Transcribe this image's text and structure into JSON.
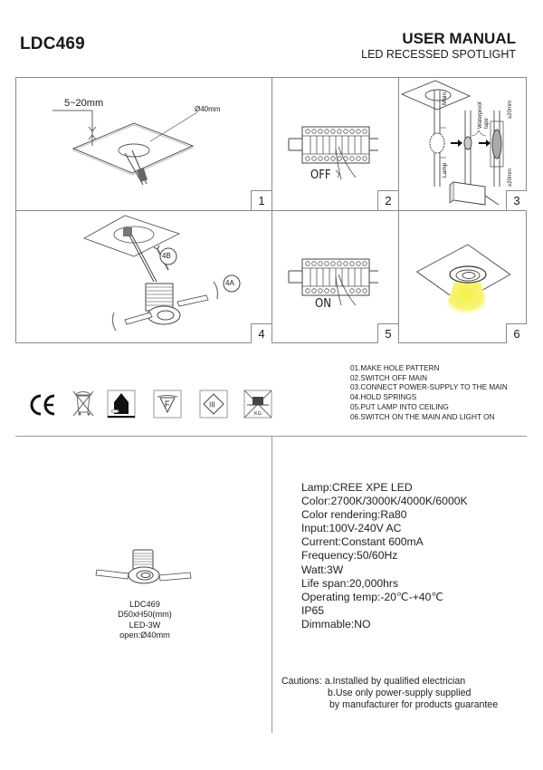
{
  "header": {
    "model": "LDC469",
    "title": "USER MANUAL",
    "subtitle": "LED RECESSED SPOTLIGHT"
  },
  "panels": [
    {
      "number": "1",
      "labels": {
        "thickness": "5~20mm",
        "hole": "Ø40mm"
      }
    },
    {
      "number": "2",
      "labels": {
        "state": "OFF"
      }
    },
    {
      "number": "3",
      "labels": {
        "main": "Main",
        "lamp": "Lamp",
        "tape": "Waterproof tape",
        "gap_top": "≥20mm",
        "gap_bottom": "≥20mm"
      }
    },
    {
      "number": "4",
      "labels": {
        "step_a": "4A",
        "step_b": "4B"
      }
    },
    {
      "number": "5",
      "labels": {
        "state": "ON"
      }
    },
    {
      "number": "6",
      "labels": {}
    }
  ],
  "certifications": [
    {
      "icon": "ce-mark-icon"
    },
    {
      "icon": "weee-crossed-bin-icon"
    },
    {
      "icon": "indoor-use-icon"
    },
    {
      "icon": "f-mark-icon"
    },
    {
      "icon": "class-iii-icon"
    },
    {
      "icon": "no-insulation-cover-icon",
      "text": "KG"
    }
  ],
  "steps": [
    "01.MAKE HOLE PATTERN",
    "02.SWITCH OFF MAIN",
    "03.CONNECT POWER-SUPPLY TO THE MAIN",
    "04.HOLD SPRINGS",
    "05.PUT LAMP INTO CEILING",
    "06.SWITCH ON THE MAIN AND LIGHT ON"
  ],
  "product": {
    "model": "LDC469",
    "dimensions": "D50xH50(mm)",
    "power": "LED-3W",
    "opening": "open:Ø40mm"
  },
  "specs": [
    {
      "label": "Lamp",
      "value": "CREE XPE LED"
    },
    {
      "label": "Color",
      "value": "2700K/3000K/4000K/6000K"
    },
    {
      "label": "Color rendering",
      "value": "Ra80"
    },
    {
      "label": "Input",
      "value": "100V-240V AC"
    },
    {
      "label": "Current",
      "value": "Constant 600mA"
    },
    {
      "label": "Frequency",
      "value": "50/60Hz"
    },
    {
      "label": "Watt",
      "value": "3W"
    },
    {
      "label": "Life span",
      "value": "20,000hrs"
    },
    {
      "label": "Operating temp",
      "value": "-20℃-+40℃"
    },
    {
      "label": "",
      "value": "IP65"
    },
    {
      "label": "Dimmable",
      "value": "NO"
    }
  ],
  "cautions": {
    "heading": "Cautions:",
    "lines": [
      "a.Installed by qualified electrician",
      "b.Use only power-supply supplied",
      "by manufacturer for products guarantee"
    ]
  },
  "colors": {
    "line": "#8a8a8a",
    "light_beam": "#f4f04a",
    "text": "#1a1a1a"
  }
}
